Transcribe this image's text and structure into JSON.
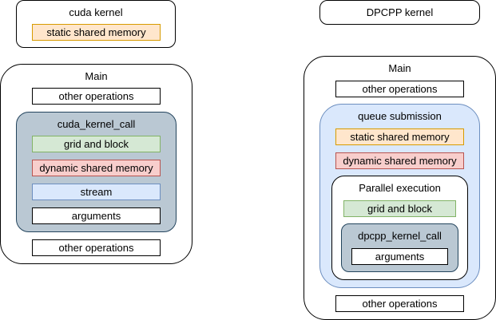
{
  "cuda_kernel": {
    "title": "cuda kernel",
    "static_shared_memory": "static shared memory"
  },
  "dpcpp_kernel": {
    "title": "DPCPP kernel"
  },
  "cuda_main": {
    "title": "Main",
    "other_operations_top": "other operations",
    "kernel_call": {
      "title": "cuda_kernel_call",
      "grid_and_block": "grid and block",
      "dynamic_shared_memory": "dynamic shared memory",
      "stream": "stream",
      "arguments": "arguments"
    },
    "other_operations_bottom": "other operations"
  },
  "dpcpp_main": {
    "title": "Main",
    "other_operations_top": "other operations",
    "queue_submission": {
      "title": "queue submission",
      "static_shared_memory": "static shared memory",
      "dynamic_shared_memory": "dynamic shared memory",
      "parallel_execution": {
        "title": "Parallel execution",
        "grid_and_block": "grid and block",
        "kernel_call": {
          "title": "dpcpp_kernel_call",
          "arguments": "arguments"
        }
      }
    },
    "other_operations_bottom": "other operations"
  }
}
